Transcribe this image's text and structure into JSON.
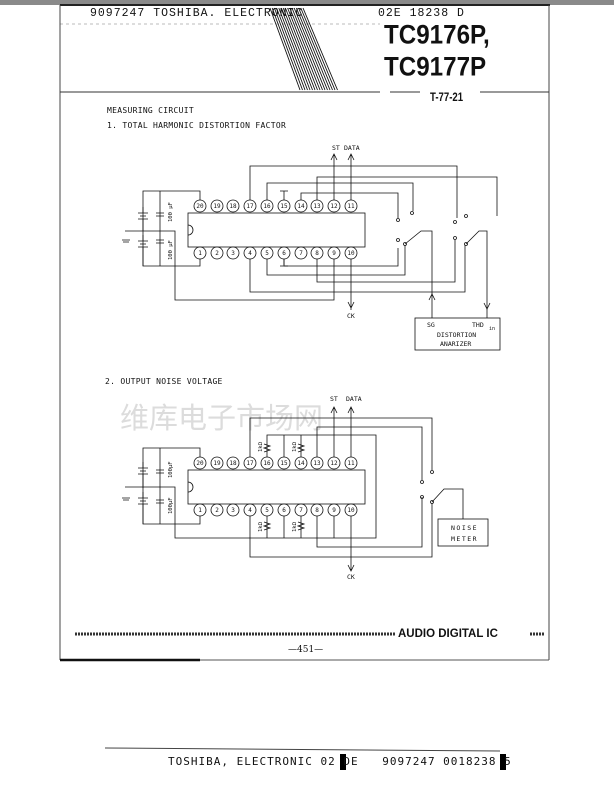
{
  "header": {
    "doc_code": "9097247 TOSHIBA. ELECTRONIC",
    "doc_id": "02E 18238   D",
    "title_line1": "TC9176P,",
    "title_line2": "TC9177P",
    "type_code": "T-77-21"
  },
  "section": {
    "heading": "MEASURING CIRCUIT",
    "item1": "1.  TOTAL HARMONIC DISTORTION FACTOR",
    "item2": "2.  OUTPUT NOISE VOLTAGE"
  },
  "circuit1": {
    "top_pins": [
      "20",
      "19",
      "18",
      "17",
      "16",
      "15",
      "14",
      "13",
      "12",
      "11"
    ],
    "bottom_pins": [
      "1",
      "2",
      "3",
      "4",
      "5",
      "6",
      "7",
      "8",
      "9",
      "10"
    ],
    "cap_label": "100 μF",
    "st_label": "ST",
    "data_label": "DATA",
    "ck_label": "CK",
    "box_sg": "SG",
    "box_thd": "THD",
    "box_thd_sub": "in",
    "box_title1": "DISTORTION",
    "box_title2": "ANARIZER"
  },
  "circuit2": {
    "top_pins": [
      "20",
      "19",
      "18",
      "17",
      "16",
      "15",
      "14",
      "13",
      "12",
      "11"
    ],
    "bottom_pins": [
      "1",
      "2",
      "3",
      "4",
      "5",
      "6",
      "7",
      "8",
      "9",
      "10"
    ],
    "cap_label": "100μF",
    "resistor_label": "1kΩ",
    "st_label": "ST",
    "data_label": "DATA",
    "ck_label": "CK",
    "box_title1": "NOISE",
    "box_title2": "METER"
  },
  "watermark": "维库电子市场网",
  "footer": {
    "brand": "AUDIO DIGITAL IC",
    "page_number": "—451—",
    "scan_code_prefix": "TOSHIBA, ELECTRONIC 02  DE",
    "scan_code": "9097247 0018238 5"
  }
}
